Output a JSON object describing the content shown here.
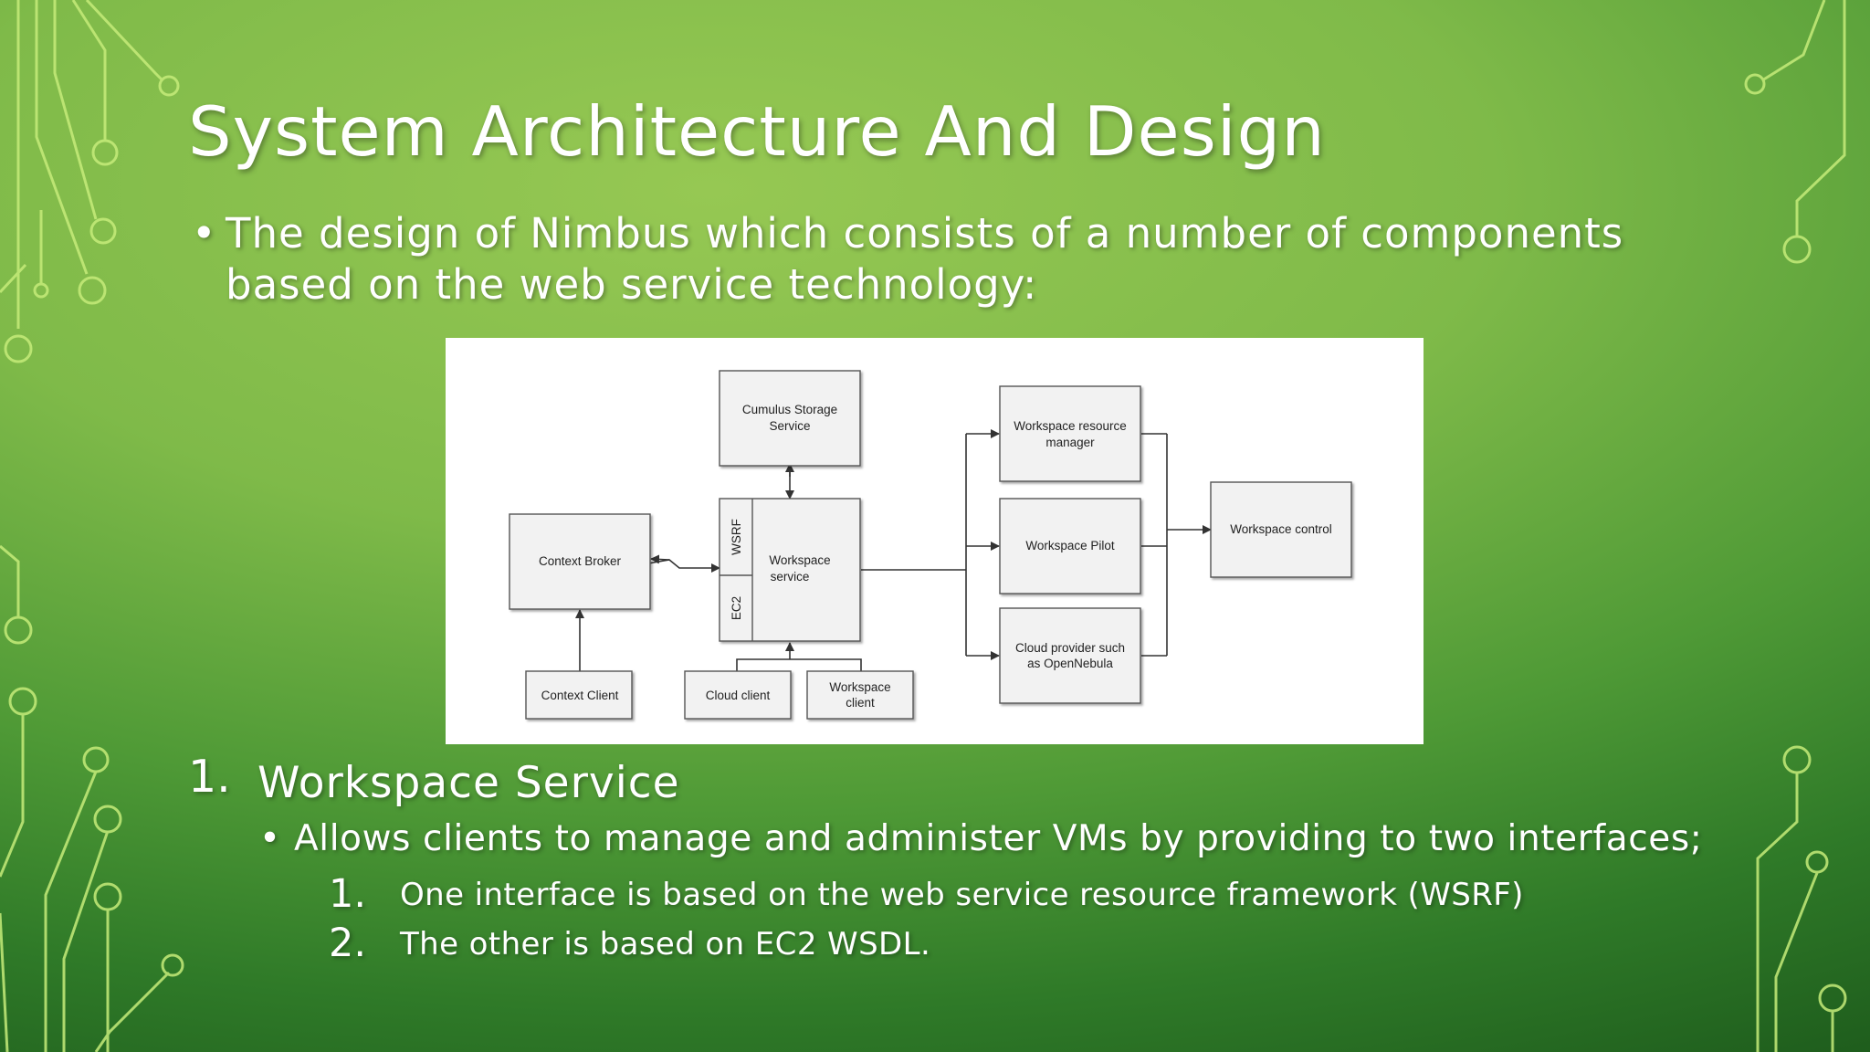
{
  "slide": {
    "title": "System Architecture And Design",
    "intro_bullet": "The design of Nimbus which consists of a number of components based on the web service technology:",
    "numbered": {
      "number": "1.",
      "heading": "Workspace Service",
      "bullet": "Allows clients to manage and administer VMs by providing to two interfaces;",
      "items": [
        {
          "number": "1.",
          "text": "One interface is based on the web service resource framework (WSRF)"
        },
        {
          "number": "2.",
          "text": "The other is based on EC2 WSDL."
        }
      ]
    }
  },
  "diagram": {
    "boxes": {
      "cumulus": [
        "Cumulus Storage",
        "Service"
      ],
      "context_broker": [
        "Context Broker"
      ],
      "workspace_service": [
        "Workspace",
        "service"
      ],
      "wsrf_tab": "WSRF",
      "ec2_tab": "EC2",
      "context_client": [
        "Context Client"
      ],
      "cloud_client": [
        "Cloud client"
      ],
      "workspace_client": [
        "Workspace",
        "client"
      ],
      "resource_manager": [
        "Workspace resource",
        "manager"
      ],
      "workspace_pilot": [
        "Workspace Pilot"
      ],
      "cloud_provider": [
        "Cloud provider such",
        "as OpenNebula"
      ],
      "workspace_control": [
        "Workspace control"
      ]
    }
  },
  "colors": {
    "background_light": "#96c853",
    "background_dark": "#1f5e1d",
    "circuit_line": "#c6ec7a",
    "text": "#ffffff"
  }
}
